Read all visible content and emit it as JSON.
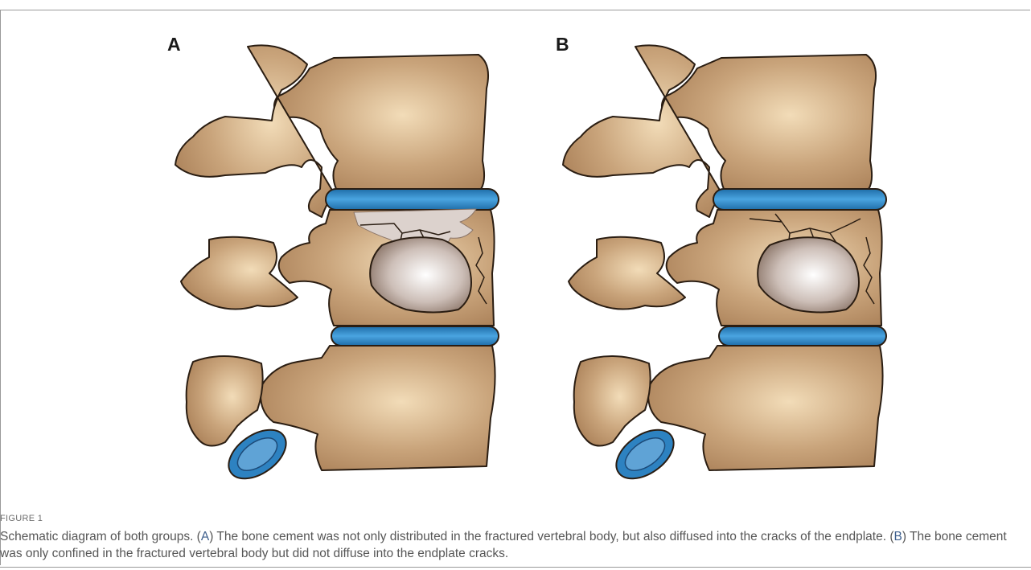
{
  "figure": {
    "panels": [
      {
        "label": "A",
        "cement_in_cracks": true
      },
      {
        "label": "B",
        "cement_in_cracks": false
      }
    ],
    "colors": {
      "bone": "#c19b73",
      "bone_dark": "#a97f57",
      "disc": "#2d82c1",
      "disc_light": "#5fb0e6",
      "cement": "#d6ccc8",
      "outline": "#2a1d12"
    },
    "figure_number": "FIGURE 1",
    "caption_lead": "Schematic diagram of both groups. (",
    "caption_a_label": "A",
    "caption_a_text": ") The bone cement was not only distributed in the fractured vertebral body, but also diffused into the cracks of the endplate. (",
    "caption_b_label": "B",
    "caption_b_text": ") The bone cement was only confined in the fractured vertebral body but did not diffuse into the endplate cracks."
  }
}
